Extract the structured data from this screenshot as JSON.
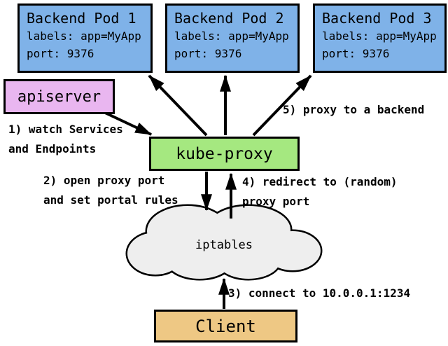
{
  "pods": [
    {
      "title": "Backend Pod 1",
      "labels": "labels: app=MyApp",
      "port": "port: 9376"
    },
    {
      "title": "Backend Pod 2",
      "labels": "labels: app=MyApp",
      "port": "port: 9376"
    },
    {
      "title": "Backend Pod 3",
      "labels": "labels: app=MyApp",
      "port": "port: 9376"
    }
  ],
  "nodes": {
    "apiserver": "apiserver",
    "kube_proxy": "kube-proxy",
    "iptables": "iptables",
    "client": "Client"
  },
  "steps": {
    "step1": "1) watch Services\nand Endpoints",
    "step2": "2) open proxy port\nand set portal rules",
    "step3": "3) connect to 10.0.0.1:1234",
    "step4": "4) redirect to (random)\nproxy port",
    "step5": "5) proxy to a backend"
  },
  "colors": {
    "pod_fill": "#7fb2e8",
    "apiserver_fill": "#e9b6f0",
    "kube_proxy_fill": "#a5e880",
    "client_fill": "#eec884",
    "cloud_fill": "#eeeeee",
    "line": "#000000"
  }
}
